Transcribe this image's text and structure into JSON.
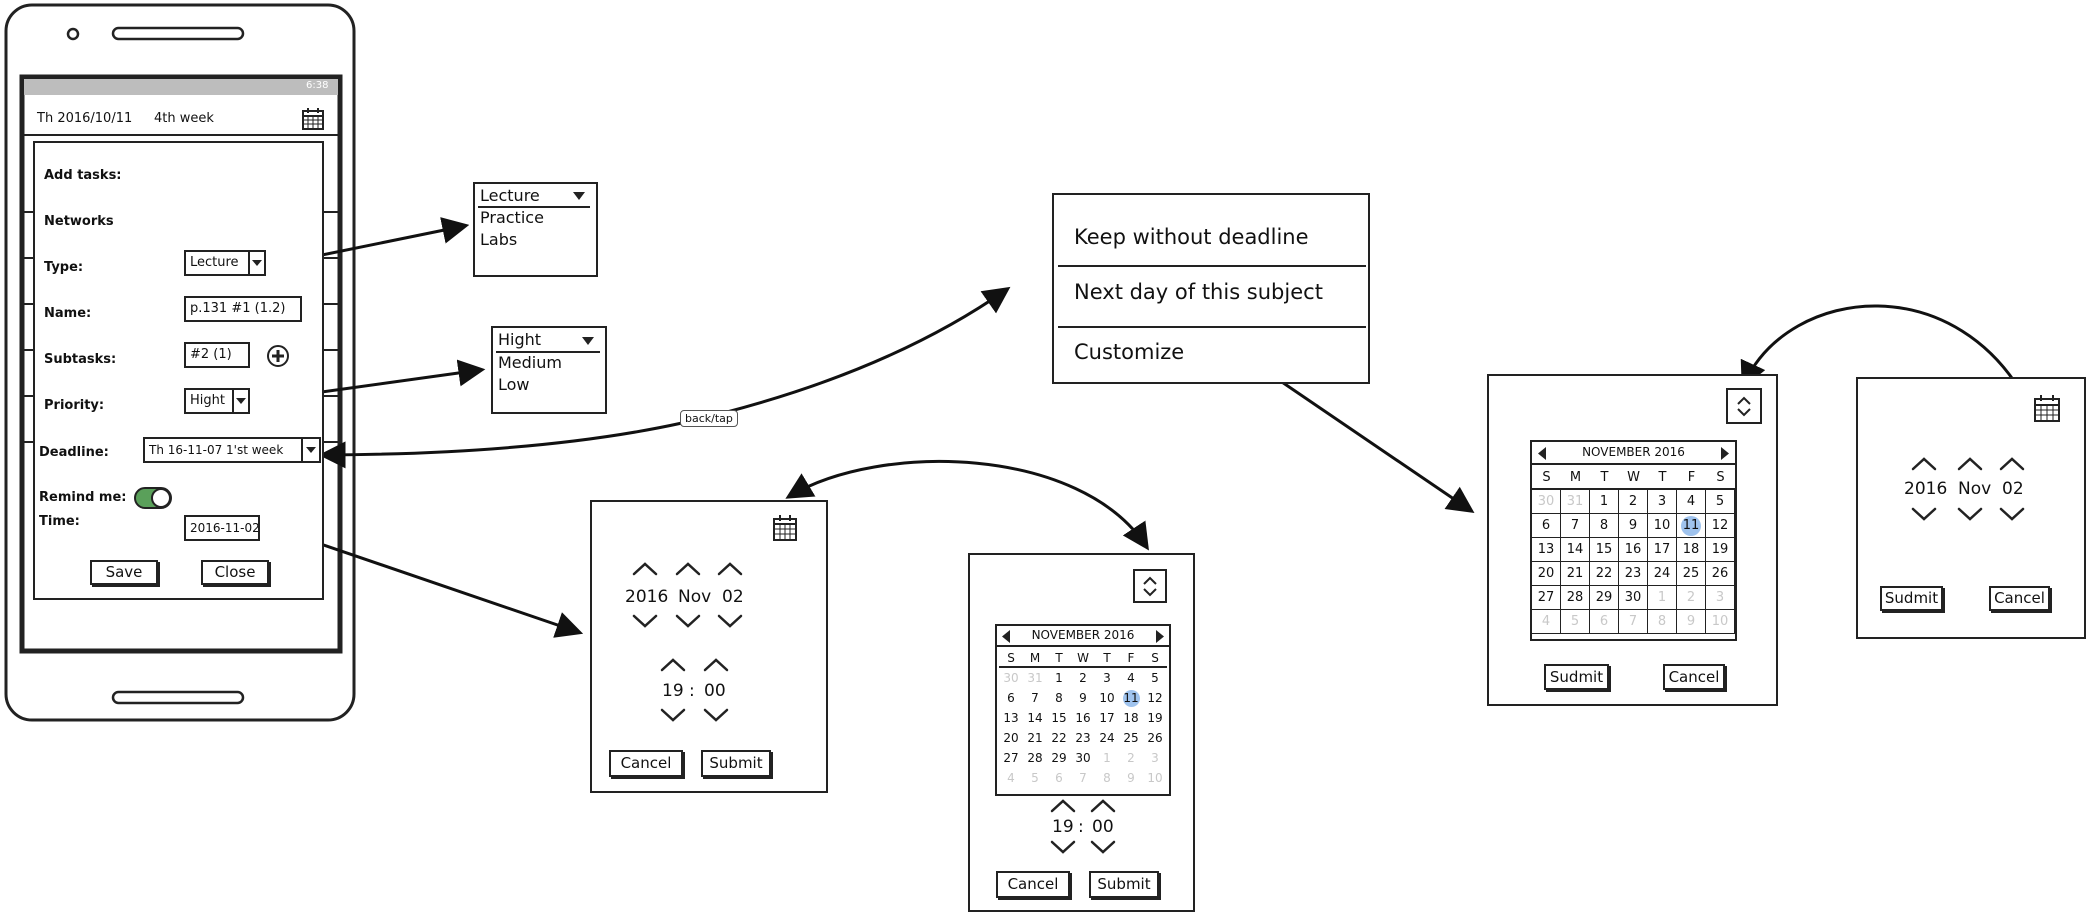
{
  "phone": {
    "status_time": "6:38",
    "date": "Th 2016/10/11",
    "week": "4th week",
    "form": {
      "add_tasks": "Add tasks:",
      "subject": "Networks",
      "type_label": "Type:",
      "type_value": "Lecture",
      "name_label": "Name:",
      "name_value": "p.131  #1 (1.2)",
      "subtasks_label": "Subtasks:",
      "subtasks_value": "#2 (1)",
      "priority_label": "Priority:",
      "priority_value": "Hight",
      "deadline_label": "Deadline:",
      "deadline_value": "Th 16-11-07 1'st week",
      "remind_label": "Remind me:",
      "time_label": "Time:",
      "time_value": "2016-11-02",
      "save": "Save",
      "close": "Close"
    }
  },
  "type_dropdown": {
    "selected": "Lecture",
    "options": [
      "Practice",
      "Labs"
    ]
  },
  "priority_dropdown": {
    "selected": "Hight",
    "options": [
      "Medium",
      "Low"
    ]
  },
  "annotation": "back/tap",
  "deadline_menu": {
    "items": [
      "Keep without deadline",
      "Next day of this subject",
      "Customize"
    ]
  },
  "spinner_dialog": {
    "year": "2016",
    "month": "Nov",
    "day": "02",
    "hour": "19",
    "sep": ":",
    "minute": "00",
    "cancel": "Cancel",
    "submit": "Submit"
  },
  "calendar_time_dialog": {
    "month_title": "NOVEMBER 2016",
    "weekdays": [
      "S",
      "M",
      "T",
      "W",
      "T",
      "F",
      "S"
    ],
    "weeks": [
      [
        "30",
        "31",
        "1",
        "2",
        "3",
        "4",
        "5"
      ],
      [
        "6",
        "7",
        "8",
        "9",
        "10",
        "11",
        "12"
      ],
      [
        "13",
        "14",
        "15",
        "16",
        "17",
        "18",
        "19"
      ],
      [
        "20",
        "21",
        "22",
        "23",
        "24",
        "25",
        "26"
      ],
      [
        "27",
        "28",
        "29",
        "30",
        "1",
        "2",
        "3"
      ],
      [
        "4",
        "5",
        "6",
        "7",
        "8",
        "9",
        "10"
      ]
    ],
    "hour": "19",
    "sep": ":",
    "minute": "00",
    "cancel": "Cancel",
    "submit": "Submit"
  },
  "calendar_dialog": {
    "month_title": "NOVEMBER 2016",
    "weekdays": [
      "S",
      "M",
      "T",
      "W",
      "T",
      "F",
      "S"
    ],
    "weeks": [
      [
        "30",
        "31",
        "1",
        "2",
        "3",
        "4",
        "5"
      ],
      [
        "6",
        "7",
        "8",
        "9",
        "10",
        "11",
        "12"
      ],
      [
        "13",
        "14",
        "15",
        "16",
        "17",
        "18",
        "19"
      ],
      [
        "20",
        "21",
        "22",
        "23",
        "24",
        "25",
        "26"
      ],
      [
        "27",
        "28",
        "29",
        "30",
        "1",
        "2",
        "3"
      ],
      [
        "4",
        "5",
        "6",
        "7",
        "8",
        "9",
        "10"
      ]
    ],
    "submit": "Sudmit",
    "cancel": "Cancel"
  },
  "date_spinner_dialog": {
    "year": "2016",
    "month": "Nov",
    "day": "02",
    "submit": "Sudmit",
    "cancel": "Cancel"
  },
  "colors": {
    "toggle_on": "#5aa05a",
    "selected_day": "#9fc3ee",
    "muted_day": "#c8c8c8",
    "status_bar": "#bdbdbd"
  }
}
